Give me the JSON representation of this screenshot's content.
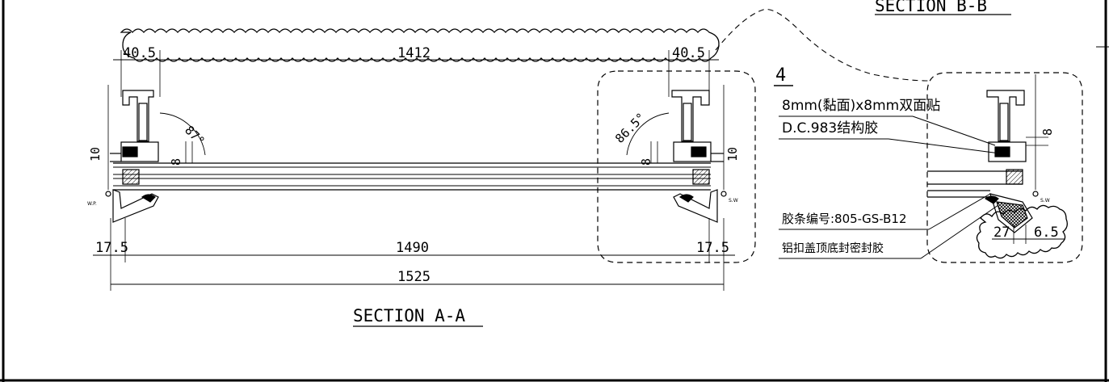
{
  "sections": {
    "section_aa": {
      "title": "SECTION A-A",
      "dimensions": {
        "top_left": "40.5",
        "top_middle": "1412",
        "top_right": "40.5",
        "bottom_left": "17.5",
        "bottom_middle": "1490",
        "bottom_right": "17.5",
        "overall": "1525",
        "left_gap": "10",
        "right_gap": "10",
        "left_joint": "8",
        "right_joint": "8",
        "left_angle": "87°",
        "right_angle": "86.5°"
      },
      "small_labels": {
        "left": "W.P.",
        "right": "S.W"
      }
    },
    "section_bb": {
      "title": "SECTION B-B",
      "detail_number": "4",
      "callouts": {
        "tape": "8mm(黏面)x8mm双面贴",
        "structural_sealant": "D.C.983结构胶",
        "gasket": "胶条编号:805-GS-B12",
        "cap_sealant": "铝扣盖顶底封密封胶"
      },
      "dimensions": {
        "joint": "8",
        "d1": "27",
        "d2": "6.5"
      },
      "small_labels": {
        "right": "S.W"
      }
    }
  }
}
